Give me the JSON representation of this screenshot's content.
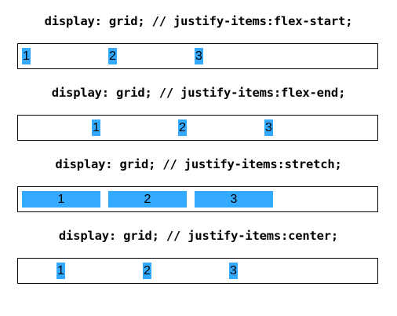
{
  "demos": [
    {
      "heading": "display: grid; // justify-items:flex-start;",
      "items": [
        "1",
        "2",
        "3"
      ]
    },
    {
      "heading": "display: grid; // justify-items:flex-end;",
      "items": [
        "1",
        "2",
        "3"
      ]
    },
    {
      "heading": "display: grid; // justify-items:stretch;",
      "items": [
        "1",
        "2",
        "3"
      ]
    },
    {
      "heading": "display: grid; // justify-items:center;",
      "items": [
        "1",
        "2",
        "3"
      ]
    }
  ],
  "colors": {
    "item_background": "#33aaff",
    "border": "#000000"
  }
}
